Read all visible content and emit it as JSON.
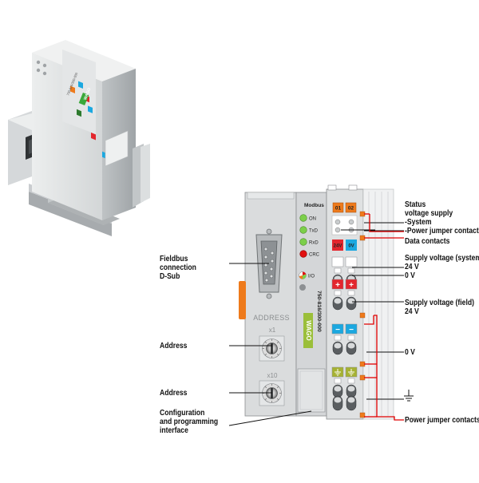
{
  "device": {
    "brand": "WAGO",
    "part_number": "750-816/300-000",
    "photo_part_number": "750-816/300-000",
    "section_title": "Modbus",
    "leds": [
      {
        "label": "ON",
        "color": "#7ccf4a"
      },
      {
        "label": "TxD",
        "color": "#7ccf4a"
      },
      {
        "label": "RxD",
        "color": "#7ccf4a"
      },
      {
        "label": "CRC",
        "color": "#e01010"
      }
    ],
    "io_label": "I/O",
    "address_title": "ADDRESS",
    "switch_x1": "x1",
    "switch_x10": "x10",
    "status_leds": [
      "01",
      "02"
    ],
    "supply_24v_label": "24V",
    "supply_0v_label": "0V",
    "plus_sign": "+",
    "minus_sign": "−",
    "colors": {
      "orange": "#ee7a1b",
      "red": "#e3262d",
      "blue": "#1ba8e0",
      "green": "#a6b232",
      "wire_red": "#e00000",
      "housing": "#d9dbdc"
    }
  },
  "labels": {
    "status": [
      "Status",
      "voltage supply",
      "-System",
      "-Power jumper contacts"
    ],
    "data_contacts": [
      "Data contacts"
    ],
    "supply_system": [
      "Supply voltage (system)",
      "24 V",
      "0 V"
    ],
    "supply_field": [
      "Supply voltage (field)",
      "24 V"
    ],
    "zero_v": [
      "0 V"
    ],
    "power_jumper": [
      "Power jumper contacts"
    ],
    "fieldbus": [
      "Fieldbus",
      "connection",
      "D-Sub"
    ],
    "address_1": [
      "Address"
    ],
    "address_2": [
      "Address"
    ],
    "config": [
      "Configuration",
      "and programming",
      "interface"
    ]
  }
}
